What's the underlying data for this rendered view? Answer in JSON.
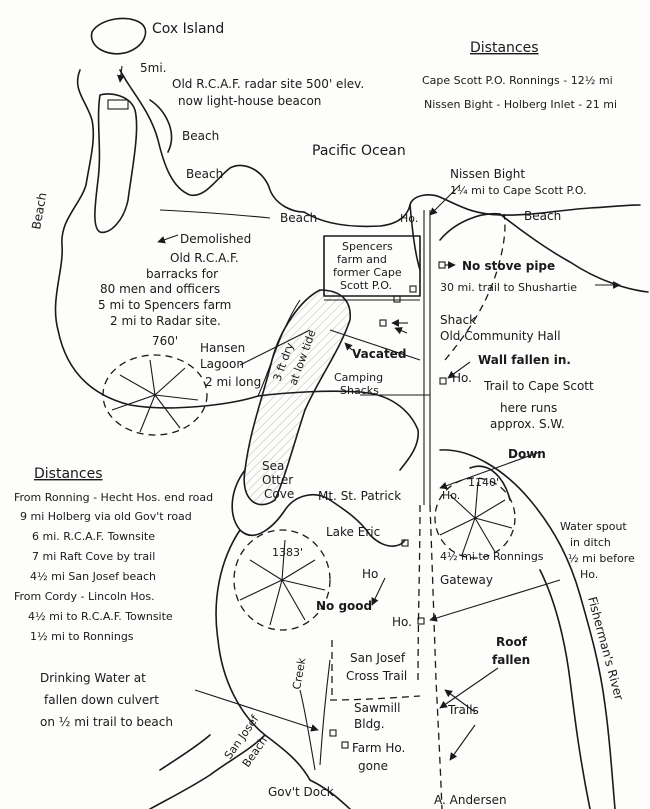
{
  "top_labels": {
    "cox_island": "Cox Island",
    "five_mi": "5mi.",
    "radar_line1": "Old R.C.A.F. radar site 500' elev.",
    "radar_line2": "now light-house beacon",
    "ocean": "Pacific Ocean",
    "beach_a": "Beach",
    "beach_b": "Beach",
    "beach_c": "Beach",
    "beach_d": "Beach",
    "beach_e": "Beach"
  },
  "distances_top": {
    "title": "Distances",
    "line1": "Cape Scott P.O. Ronnings - 12½ mi",
    "line2": "Nissen Bight - Holberg Inlet - 21 mi"
  },
  "north_labels": {
    "nissen1": "Nissen Bight",
    "nissen2": "1¼ mi to Cape Scott P.O.",
    "ho": "Ho.",
    "stove": "No stove pipe",
    "trail30": "30 mi. trail to Shushartie",
    "demolished": "Demolished",
    "barracks1": "Old R.C.A.F.",
    "barracks2": "barracks for",
    "barracks3": "80 men and officers",
    "barracks4": "5 mi to Spencers farm",
    "barracks5": "2 mi to Radar site.",
    "spencers1": "Spencers",
    "spencers2": "farm and",
    "spencers3": "former Cape",
    "spencers4": "Scott P.O.",
    "shack": "Shack",
    "hall": "Old Community Hall",
    "vacated": "Vacated",
    "camping1": "Camping",
    "camping2": "Shacks",
    "elev760": "760'",
    "hansen1": "Hansen",
    "hansen2": "Lagoon",
    "hansen3": "2 mi long",
    "lowtide1": "3 ft dry",
    "lowtide2": "at low tide",
    "wall": "Wall fallen in.",
    "ho2": "Ho.",
    "trail1": "Trail to Cape Scott",
    "trail2": "here runs",
    "trail3": "approx. S.W."
  },
  "distances_left": {
    "title": "Distances",
    "l1": "From Ronning - Hecht Hos. end road",
    "l2": "9 mi Holberg via old Gov't road",
    "l3": "6 mi. R.C.A.F. Townsite",
    "l4": "7 mi Raft Cove by trail",
    "l5": "4½ mi San Josef beach",
    "l6": "From Cordy - Lincoln Hos.",
    "l7": "4½ mi to R.C.A.F. Townsite",
    "l8": "1½ mi to Ronnings"
  },
  "south_labels": {
    "down": "Down",
    "elev1140": "1140'",
    "ho": "Ho.",
    "sea1": "Sea",
    "sea2": "Otter",
    "sea3": "Cove",
    "patrick": "Mt. St. Patrick",
    "eric": "Lake Eric",
    "elev1383": "1383'",
    "ronnings1": "4½ mi to Ronnings",
    "ronnings2": "Gateway",
    "waterspout1": "Water spout",
    "waterspout2": "in ditch",
    "waterspout3": "½ mi before",
    "waterspout4": "Ho.",
    "ho_lake": "Ho",
    "nogood": "No good",
    "ho_mid": "Ho.",
    "roof1": "Roof",
    "roof2": "fallen",
    "fisherman": "Fisherman's River",
    "drink1": "Drinking Water at",
    "drink2": "fallen down culvert",
    "drink3": "on ½ mi trail to beach",
    "creek": "Creek",
    "crosstrail1": "San Josef",
    "crosstrail2": "Cross Trail",
    "sawmill1": "Sawmill",
    "sawmill2": "Bldg.",
    "trails": "Trails",
    "farm": "Farm Ho.",
    "gone": "gone",
    "sanjosef1": "San Josef",
    "sanjosef2": "Beach",
    "dock": "Gov't Dock",
    "andersen": "A. Andersen"
  }
}
